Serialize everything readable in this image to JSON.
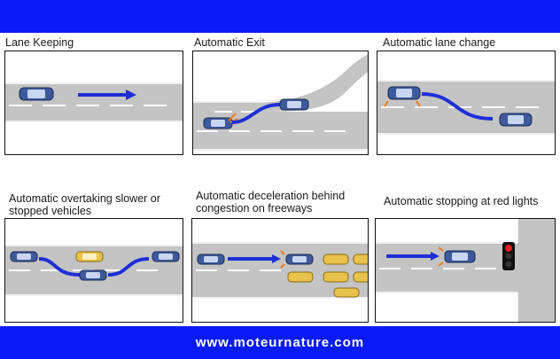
{
  "footer": {
    "site": "www.moteurnature.com"
  },
  "colors": {
    "band": "#0a1cf5",
    "road": "#bdbdbd",
    "arrow": "#1f2fd6",
    "lead_car": "#3d5a9c",
    "yellow_car": "#e8c24a"
  },
  "panels": [
    {
      "title": "Lane Keeping",
      "icon": "lane-keeping-diagram"
    },
    {
      "title": "Automatic Exit",
      "icon": "automatic-exit-diagram"
    },
    {
      "title": "Automatic lane change",
      "icon": "lane-change-diagram"
    },
    {
      "title_lines": [
        "Automatic overtaking slower or",
        "stopped vehicles"
      ],
      "icon": "overtaking-diagram"
    },
    {
      "title_lines": [
        "Automatic deceleration behind",
        "congestion on freeways"
      ],
      "icon": "deceleration-diagram"
    },
    {
      "title": "Automatic stopping at red lights",
      "icon": "red-light-stop-diagram"
    }
  ]
}
